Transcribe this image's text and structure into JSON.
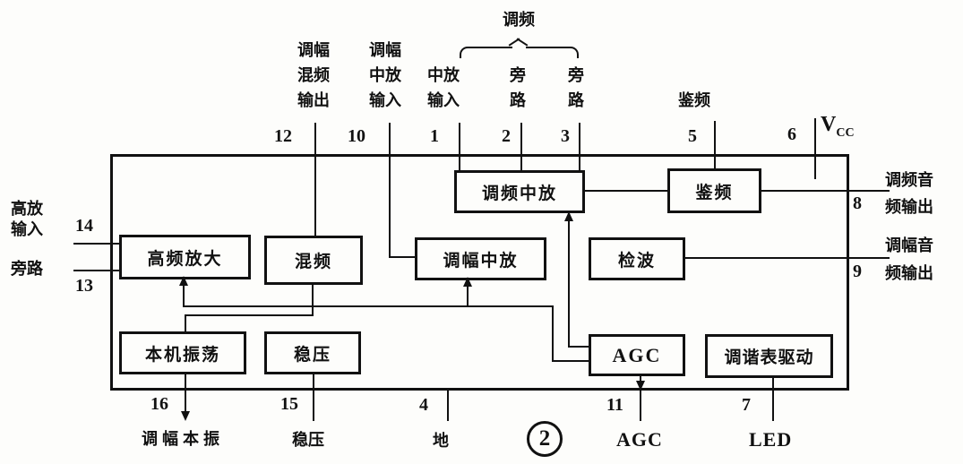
{
  "figure": {
    "number_badge": "2"
  },
  "power": {
    "vcc": "V",
    "vcc_sub": "CC"
  },
  "fm_group_label": "调频",
  "blocks": {
    "rf_amp": "高频放大",
    "mixer": "混频",
    "am_if": "调幅中放",
    "fm_if": "调频中放",
    "fm_det": "鉴频",
    "det": "检波",
    "local_osc": "本机振荡",
    "regulator": "稳压",
    "agc": "AGC",
    "meter_drive": "调谐表驱动"
  },
  "pins": {
    "p12": {
      "num": "12",
      "lines": [
        "调幅",
        "混频",
        "输出"
      ]
    },
    "p10": {
      "num": "10",
      "lines": [
        "调幅",
        "中放",
        "输入"
      ]
    },
    "p1": {
      "num": "1",
      "lines": [
        "中放",
        "输入"
      ]
    },
    "p2": {
      "num": "2",
      "lines": [
        "旁",
        "路"
      ]
    },
    "p3": {
      "num": "3",
      "lines": [
        "旁",
        "路"
      ]
    },
    "p5": {
      "num": "5",
      "label": "鉴频"
    },
    "p6": {
      "num": "6"
    },
    "p8": {
      "num": "8",
      "lines": [
        "调频音",
        "频输出"
      ]
    },
    "p9": {
      "num": "9",
      "lines": [
        "调幅音",
        "频输出"
      ]
    },
    "p14": {
      "num": "14",
      "lines": [
        "高放",
        "输入"
      ]
    },
    "p13": {
      "num": "13",
      "label": "旁路"
    },
    "p16": {
      "num": "16",
      "label": "调幅本振"
    },
    "p15": {
      "num": "15",
      "label": "稳压"
    },
    "p4": {
      "num": "4",
      "label": "地"
    },
    "p11": {
      "num": "11",
      "label": "AGC"
    },
    "p7": {
      "num": "7",
      "label": "LED"
    }
  }
}
